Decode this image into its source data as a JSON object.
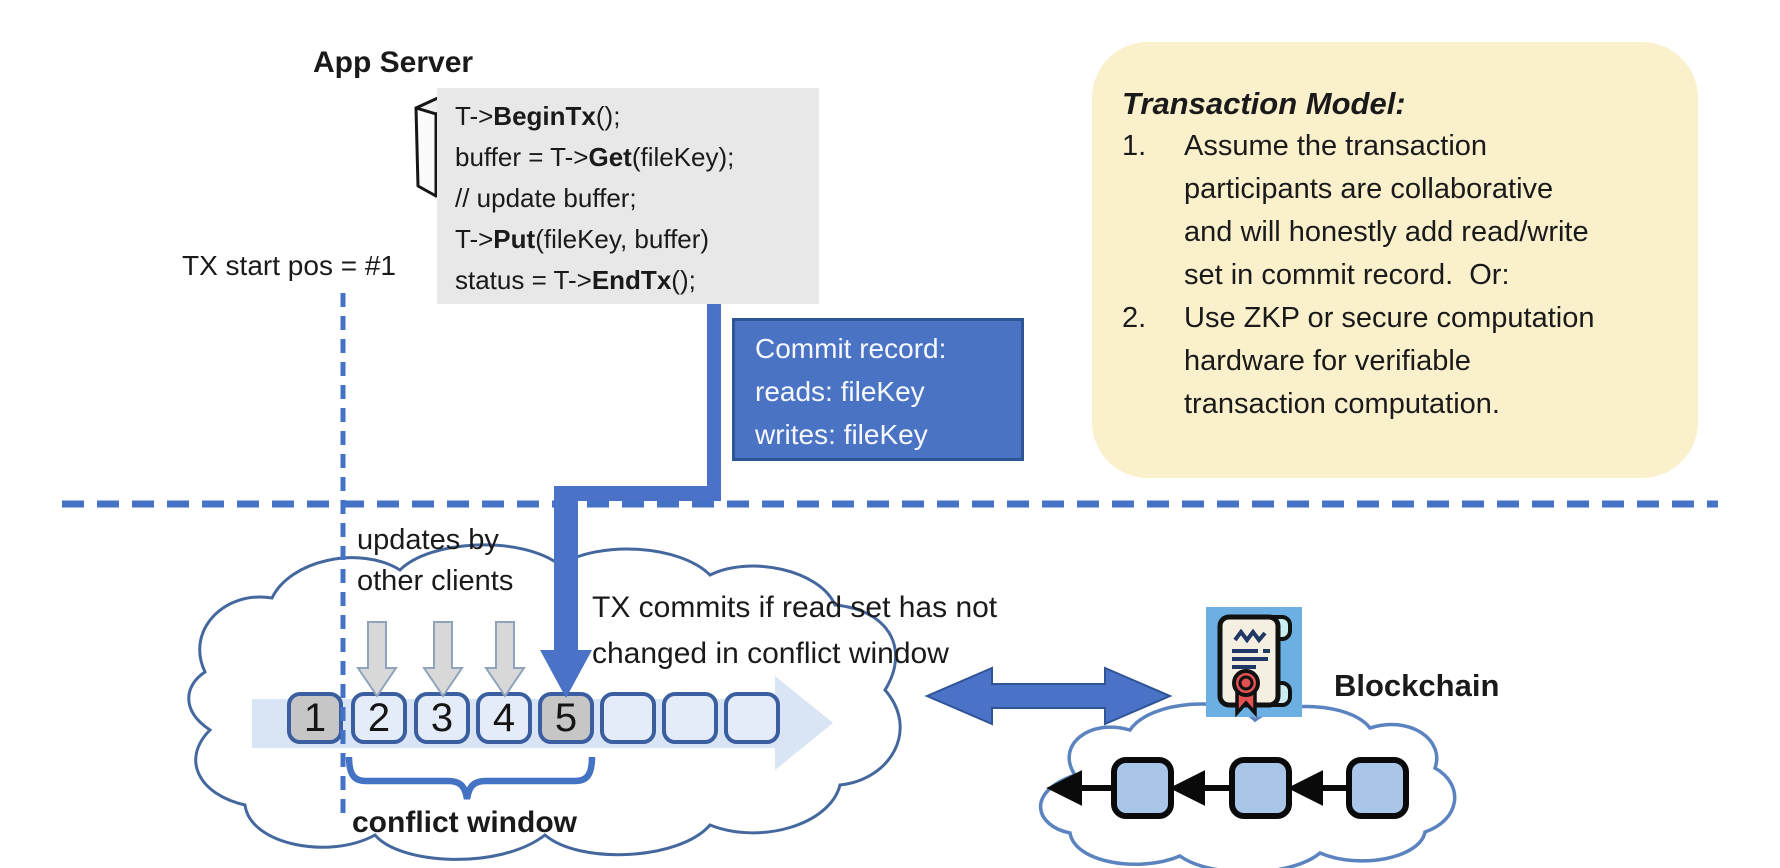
{
  "app_server": {
    "title": "App Server"
  },
  "code": {
    "lines": [
      {
        "pre": "T->",
        "bold": "BeginTx",
        "post": "();"
      },
      {
        "pre": "buffer = T->",
        "bold": "Get",
        "post": "(fileKey);"
      },
      {
        "pre": "// update buffer;",
        "bold": "",
        "post": ""
      },
      {
        "pre": "T->",
        "bold": "Put",
        "post": "(fileKey, buffer)"
      },
      {
        "pre": "status = T->",
        "bold": "EndTx",
        "post": "();"
      }
    ]
  },
  "tx_start_label": "TX start pos = #1",
  "commit_record": {
    "line1": "Commit record:",
    "line2": "reads: fileKey",
    "line3": "writes: fileKey"
  },
  "transaction_model": {
    "title": "Transaction Model:",
    "item1_num": "1.",
    "item1_lines": [
      "Assume the transaction",
      "participants are collaborative",
      "and will honestly add read/write",
      "set in commit record.  Or:"
    ],
    "item2_num": "2.",
    "item2_lines": [
      "Use ZKP or secure computation",
      "hardware for verifiable",
      "transaction computation."
    ]
  },
  "updates_label": {
    "line1": "updates by",
    "line2": "other clients"
  },
  "tx_commits_label": {
    "line1": "TX commits if read set has not",
    "line2": "changed in conflict window"
  },
  "conflict_window_label": "conflict window",
  "blockchain_label": "Blockchain",
  "ledger": {
    "boxes": [
      "1",
      "2",
      "3",
      "4",
      "5",
      "",
      "",
      ""
    ]
  },
  "icons": {
    "server": "server-icon",
    "certificate": "certificate-seal-icon",
    "clouds": [
      "ledger-cloud",
      "blockchain-cloud"
    ]
  },
  "colors": {
    "accent_blue": "#4472C4",
    "dark_blue_border": "#2E5596",
    "box_border_blue": "#3B5EA0",
    "light_blue_fill": "#E3ECF8",
    "band_blue": "#D9E4F4",
    "gray_fill": "#C6C6C6",
    "code_bg": "#E9E8E8",
    "note_yellow": "#FAF0CC",
    "chain_block_fill": "#A9C6E8",
    "cert_bg": "#6CB0E3",
    "seal_red": "#E25252"
  }
}
